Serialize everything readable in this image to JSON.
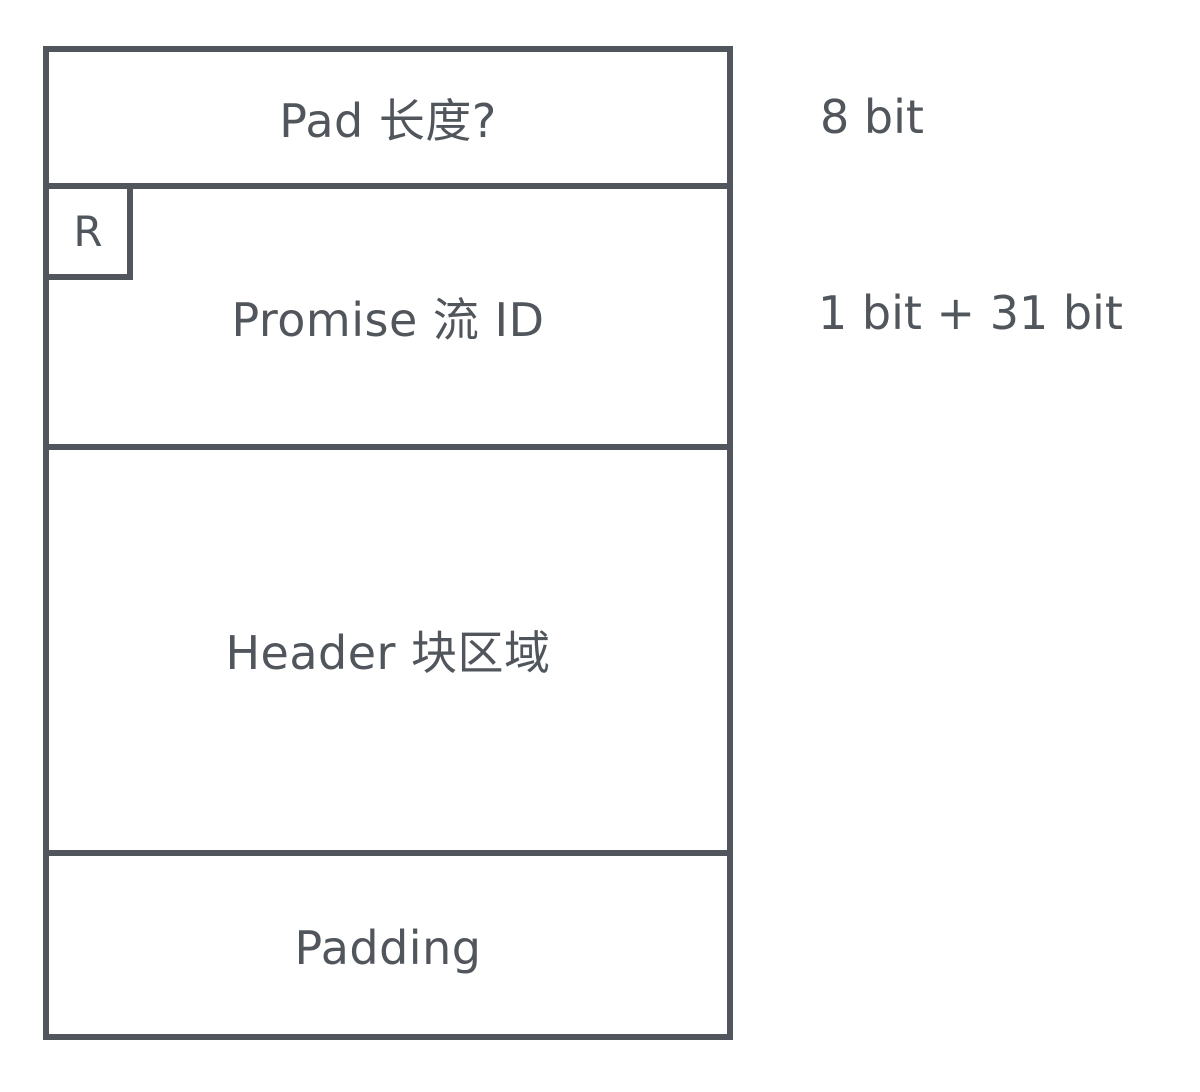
{
  "fields": [
    {
      "label": "Pad 长度?",
      "size": "8 bit"
    },
    {
      "label": "Promise 流 ID",
      "reserved": "R",
      "size": "1 bit + 31 bit"
    },
    {
      "label": "Header 块区域"
    },
    {
      "label": "Padding"
    }
  ],
  "colors": {
    "stroke": "#51565c",
    "text": "#51565c",
    "background": "#ffffff"
  }
}
